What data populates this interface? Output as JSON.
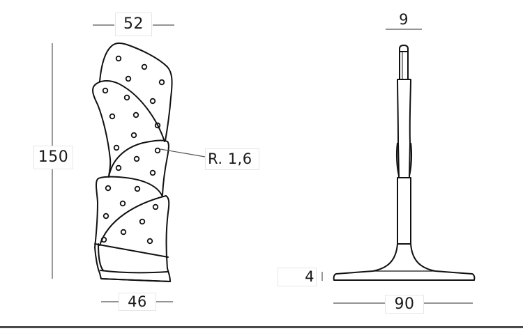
{
  "drawing": {
    "front_view": {
      "top_width_label": "52",
      "height_label": "150",
      "bottom_width_label": "46",
      "hole_radius_label": "R. 1,6"
    },
    "side_view": {
      "top_width_label": "9",
      "base_thickness_label": "4",
      "base_width_label": "90"
    },
    "colors": {
      "line": "#111111",
      "dimension_line": "#555555",
      "label_border": "#e6e6e6",
      "bottom_rule": "#4a4a4a"
    }
  }
}
